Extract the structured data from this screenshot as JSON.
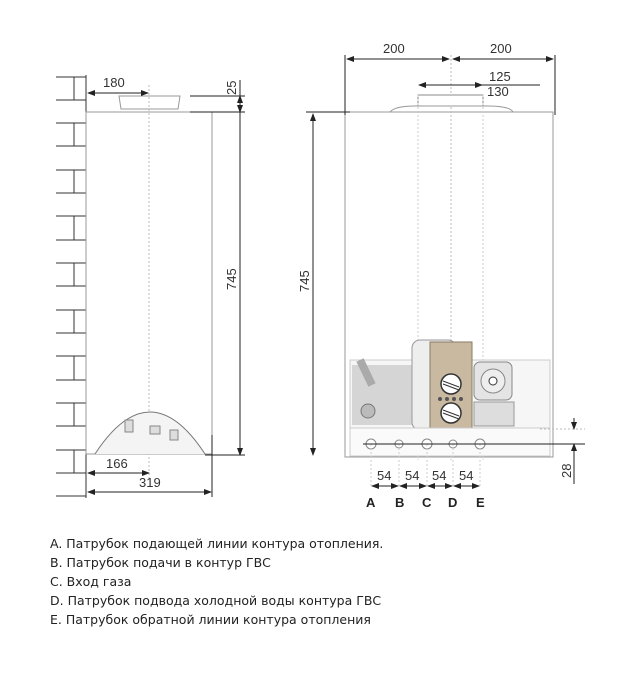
{
  "side_view": {
    "dimensions": {
      "top_offset": "180",
      "top_height": "25",
      "height": "745",
      "bottom_offset": "166",
      "depth": "319"
    }
  },
  "front_view": {
    "dimensions": {
      "left_half": "200",
      "right_half": "200",
      "flue_1": "125",
      "flue_2": "130",
      "height": "745",
      "bottom_height": "28",
      "spacings": [
        "54",
        "54",
        "54",
        "54"
      ]
    },
    "connection_labels": [
      "A",
      "B",
      "C",
      "D",
      "E"
    ]
  },
  "legend": {
    "items": [
      "A. Патрубок подающей линии контура отопления.",
      "B. Патрубок подачи в контур ГВС",
      "C. Вход газа",
      "D. Патрубок подвода холодной воды контура ГВС",
      "E. Патрубок обратной линии контура отопления"
    ]
  },
  "colors": {
    "line": "#333333",
    "light_line": "#aaaaaa",
    "panel": "#c9b9a0",
    "component": "#bdbdbd"
  }
}
